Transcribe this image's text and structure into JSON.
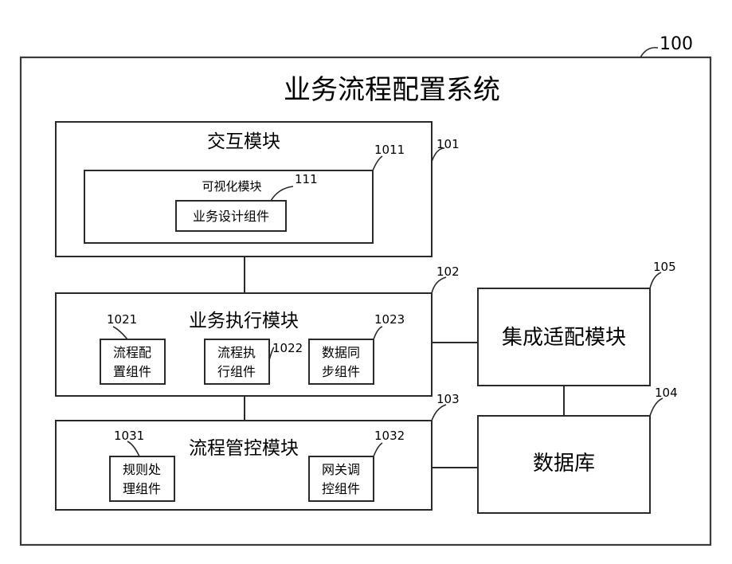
{
  "system": {
    "ref": "100",
    "title": "业务流程配置系统"
  },
  "interaction_module": {
    "ref": "101",
    "title": "交互模块",
    "visual_module": {
      "ref": "1011",
      "title": "可视化模块",
      "business_design": {
        "ref": "111",
        "label": "业务设计组件"
      }
    }
  },
  "execution_module": {
    "ref": "102",
    "title": "业务执行模块",
    "components": [
      {
        "ref": "1021",
        "line1": "流程配",
        "line2": "置组件"
      },
      {
        "ref": "1022",
        "line1": "流程执",
        "line2": "行组件"
      },
      {
        "ref": "1023",
        "line1": "数据同",
        "line2": "步组件"
      }
    ]
  },
  "control_module": {
    "ref": "103",
    "title": "流程管控模块",
    "components": [
      {
        "ref": "1031",
        "line1": "规则处",
        "line2": "理组件"
      },
      {
        "ref": "1032",
        "line1": "网关调",
        "line2": "控组件"
      }
    ]
  },
  "database": {
    "ref": "104",
    "title": "数据库"
  },
  "integration_module": {
    "ref": "105",
    "title": "集成适配模块"
  }
}
